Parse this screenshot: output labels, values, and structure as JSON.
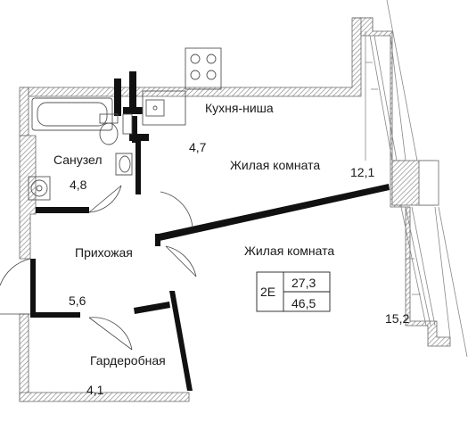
{
  "rooms": {
    "kitchen": {
      "name": "Кухня-ниша",
      "area": "4,7"
    },
    "living_top": {
      "name": "Жилая комната",
      "area": "12,1"
    },
    "bathroom": {
      "name": "Санузел",
      "area": "4,8"
    },
    "hallway": {
      "name": "Прихожая",
      "area": "5,6"
    },
    "living_main": {
      "name": "Жилая комната",
      "area": "15,2"
    },
    "wardrobe": {
      "name": "Гардеробная",
      "area": "4,1"
    }
  },
  "summary": {
    "rooms_code": "2Е",
    "living_area": "27,3",
    "total_area": "46,5"
  },
  "colors": {
    "wall_hatch": "#9a9a9a",
    "partition": "#111111",
    "fixture": "#555555"
  }
}
